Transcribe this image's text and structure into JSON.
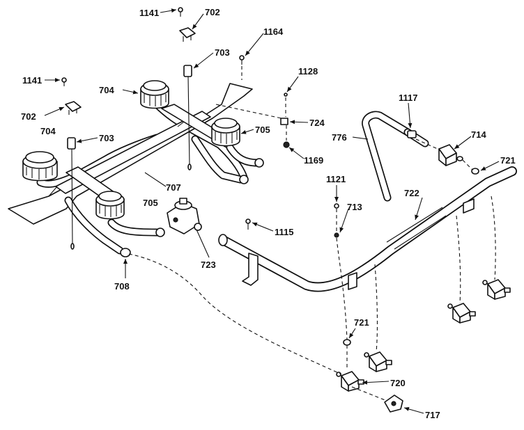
{
  "diagram": {
    "labels": {
      "l1141a": "1141",
      "l702a": "702",
      "l703a": "703",
      "l1164": "1164",
      "l1141b": "1141",
      "l704a": "704",
      "l1128": "1128",
      "l702b": "702",
      "l724": "724",
      "l704b": "704",
      "l705a": "705",
      "l703b": "703",
      "l776": "776",
      "l1169": "1169",
      "l1117": "1117",
      "l714": "714",
      "l721a": "721",
      "l1121": "1121",
      "l722": "722",
      "l707": "707",
      "l705b": "705",
      "l713": "713",
      "l1115": "1115",
      "l723": "723",
      "l708": "708",
      "l721b": "721",
      "l720": "720",
      "l717": "717"
    }
  }
}
